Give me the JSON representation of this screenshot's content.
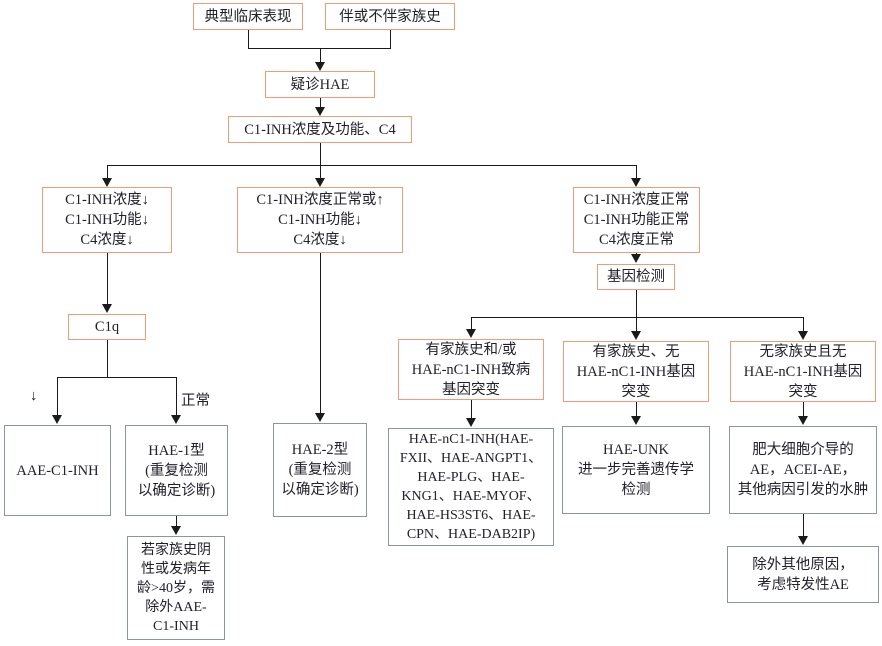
{
  "flowchart": {
    "nodes": {
      "typical_clinical": {
        "label": "典型临床表现"
      },
      "family_history": {
        "label": "伴或不伴家族史"
      },
      "suspected_hae": {
        "label": "疑诊HAE"
      },
      "c1_inh_c4_test": {
        "label": "C1-INH浓度及功能、C4"
      },
      "c1_inh_low": {
        "label": "C1-INH浓度↓\nC1-INH功能↓\nC4浓度↓"
      },
      "c1_inh_normal_or_high": {
        "label": "C1-INH浓度正常或↑\nC1-INH功能↓\nC4浓度↓"
      },
      "all_normal": {
        "label": "C1-INH浓度正常\nC1-INH功能正常\nC4浓度正常"
      },
      "gene_test": {
        "label": "基因检测"
      },
      "c1q": {
        "label": "C1q"
      },
      "fh_and_pathogenic_mutation": {
        "label": "有家族史和/或\nHAE-nC1-INH致病\n基因突变"
      },
      "fh_no_mutation": {
        "label": "有家族史、无\nHAE-nC1-INH基因\n突变"
      },
      "no_fh_no_mutation": {
        "label": "无家族史且无\nHAE-nC1-INH基因\n突变"
      },
      "aae_c1_inh": {
        "label": "AAE-C1-INH"
      },
      "hae_type1": {
        "label": "HAE-1型\n(重复检测\n以确定诊断)"
      },
      "hae_type2": {
        "label": "HAE-2型\n(重复检测\n以确定诊断)"
      },
      "hae_nc1_inh_subtypes": {
        "label": "HAE-nC1-INH(HAE-\nFXII、HAE-ANGPT1、\nHAE-PLG、HAE-\nKNG1、HAE-MYOF、\nHAE-HS3ST6、HAE-\nCPN、HAE-DAB2IP)"
      },
      "hae_unk": {
        "label": "HAE-UNK\n进一步完善遗传学\n检测"
      },
      "mast_cell_ae": {
        "label": "肥大细胞介导的\nAE，ACEI-AE，\n其他病因引发的水肿"
      },
      "exclude_aae_note": {
        "label": "若家族史阴\n性或发病年\n龄>40岁，需\n除外AAE-\nC1-INH"
      },
      "idiopathic_ae": {
        "label": "除外其他原因，\n考虑特发性AE"
      }
    },
    "edge_labels": {
      "c1q_low": "↓",
      "c1q_normal": "正常"
    },
    "colors": {
      "criteria_border": "#f09c7b",
      "result_border": "#8b95a1",
      "connector": "#1a1a1a",
      "text": "#21212b",
      "background": "#ffffff"
    }
  }
}
